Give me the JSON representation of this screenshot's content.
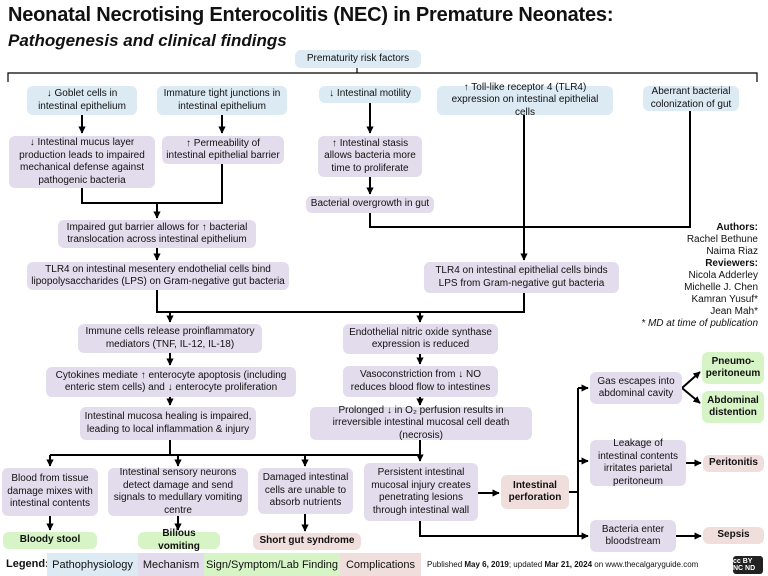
{
  "title": "Neonatal Necrotising Enterocolitis (NEC) in Premature Neonates:",
  "subtitle": "Pathogenesis and clinical findings",
  "risk_header": "Prematurity risk factors",
  "nodes": {
    "goblet": "↓ Goblet cells in intestinal epithelium",
    "mucus": "↓ Intestinal mucus layer production leads to impaired mechanical defense against pathogenic bacteria",
    "tight": "Immature tight junctions in intestinal epithelium",
    "perm": "↑ Permeability of intestinal epithelial barrier",
    "motility": "↓ Intestinal motility",
    "stasis": "↑ Intestinal stasis allows bacteria more time to proliferate",
    "overgrowth": "Bacterial overgrowth in gut",
    "tlr4up": "↑ Toll-like receptor 4 (TLR4) expression on intestinal epithelial cells",
    "aberrant": "Aberrant bacterial colonization of gut",
    "barrier": "Impaired gut barrier allows for ↑ bacterial translocation across intestinal epithelium",
    "tlr4meso": "TLR4 on intestinal mesentery endothelial cells bind lipopolysaccharides (LPS) on Gram-negative gut bacteria",
    "tlr4epi": "TLR4 on intestinal epithelial cells binds LPS from Gram-negative gut bacteria",
    "immune": "Immune cells release proinflammatory mediators (TNF, IL-12, IL-18)",
    "cytokines": "Cytokines mediate ↑ enterocyte apoptosis (including enteric stem cells) and ↓ enterocyte proliferation",
    "healing": "Intestinal mucosa healing is impaired, leading to local inflammation & injury",
    "enos": "Endothelial nitric oxide synthase expression is reduced",
    "vaso": "Vasoconstriction from ↓ NO reduces blood flow to intestines",
    "prolonged": "Prolonged ↓ in O₂ perfusion results in irreversible intestinal mucosal cell death (necrosis)",
    "blood": "Blood from tissue damage mixes with intestinal contents",
    "sensory": "Intestinal sensory neurons detect damage and send signals to medullary vomiting centre",
    "damaged": "Damaged intestinal cells are unable to absorb nutrients",
    "persistent": "Persistent intestinal mucosal injury creates penetrating lesions through intestinal wall",
    "perforation": "Intestinal perforation",
    "gas": "Gas escapes into abdominal cavity",
    "leakage": "Leakage of intestinal contents irritates parietal peritoneum",
    "bacteria": "Bacteria enter bloodstream",
    "pneumo": "Pneumo-peritoneum",
    "abdominal": "Abdominal distention",
    "peritonitis": "Peritonitis",
    "sepsis": "Sepsis",
    "bloody": "Bloody stool",
    "bilious": "Bilious vomiting",
    "shortgut": "Short gut syndrome"
  },
  "authors": {
    "authors_label": "Authors:",
    "authors_list": [
      "Rachel Bethune",
      "Naima Riaz"
    ],
    "reviewers_label": "Reviewers:",
    "reviewers_list": [
      "Nicola Adderley",
      "Michelle J. Chen",
      "Kamran Yusuf*",
      "Jean Mah*"
    ],
    "note": "* MD at time of publication"
  },
  "legend": {
    "label": "Legend:",
    "items": [
      {
        "label": "Pathophysiology",
        "color": "#dceaf3"
      },
      {
        "label": "Mechanism",
        "color": "#e3dcec"
      },
      {
        "label": "Sign/Symptom/Lab Finding",
        "color": "#d6f4c6"
      },
      {
        "label": "Complications",
        "color": "#f0dedc"
      }
    ]
  },
  "published": {
    "prefix": "Published ",
    "date1": "May 6, 2019",
    "mid": "; updated ",
    "date2": "Mar 21, 2024",
    "suffix": " on www.thecalgaryguide.com"
  },
  "license_badge": "cc BY NC ND"
}
